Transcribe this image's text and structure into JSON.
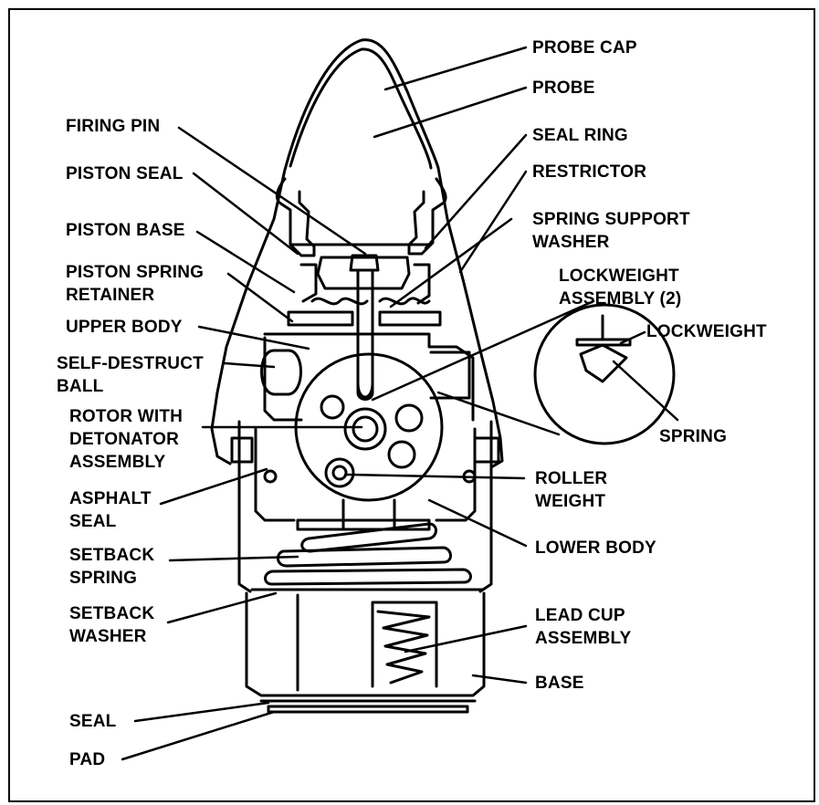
{
  "labels": {
    "probe_cap": "PROBE CAP",
    "probe": "PROBE",
    "firing_pin": "FIRING PIN",
    "seal_ring": "SEAL RING",
    "piston_seal": "PISTON SEAL",
    "restrictor": "RESTRICTOR",
    "piston_base": "PISTON BASE",
    "spring_support_washer": "SPRING SUPPORT\nWASHER",
    "piston_spring_retainer": "PISTON SPRING\nRETAINER",
    "lockweight_assembly": "LOCKWEIGHT\nASSEMBLY (2)",
    "upper_body": "UPPER BODY",
    "lockweight": "LOCKWEIGHT",
    "self_destruct_ball": "SELF-DESTRUCT\nBALL",
    "rotor_with_detonator": "ROTOR WITH\nDETONATOR\nASSEMBLY",
    "spring": "SPRING",
    "asphalt_seal": "ASPHALT\nSEAL",
    "roller_weight": "ROLLER\nWEIGHT",
    "setback_spring": "SETBACK\nSPRING",
    "lower_body": "LOWER BODY",
    "setback_washer": "SETBACK\nWASHER",
    "lead_cup_assembly": "LEAD CUP\nASSEMBLY",
    "base": "BASE",
    "seal": "SEAL",
    "pad": "PAD"
  },
  "colors": {
    "ink": "#000000",
    "background": "#ffffff"
  }
}
